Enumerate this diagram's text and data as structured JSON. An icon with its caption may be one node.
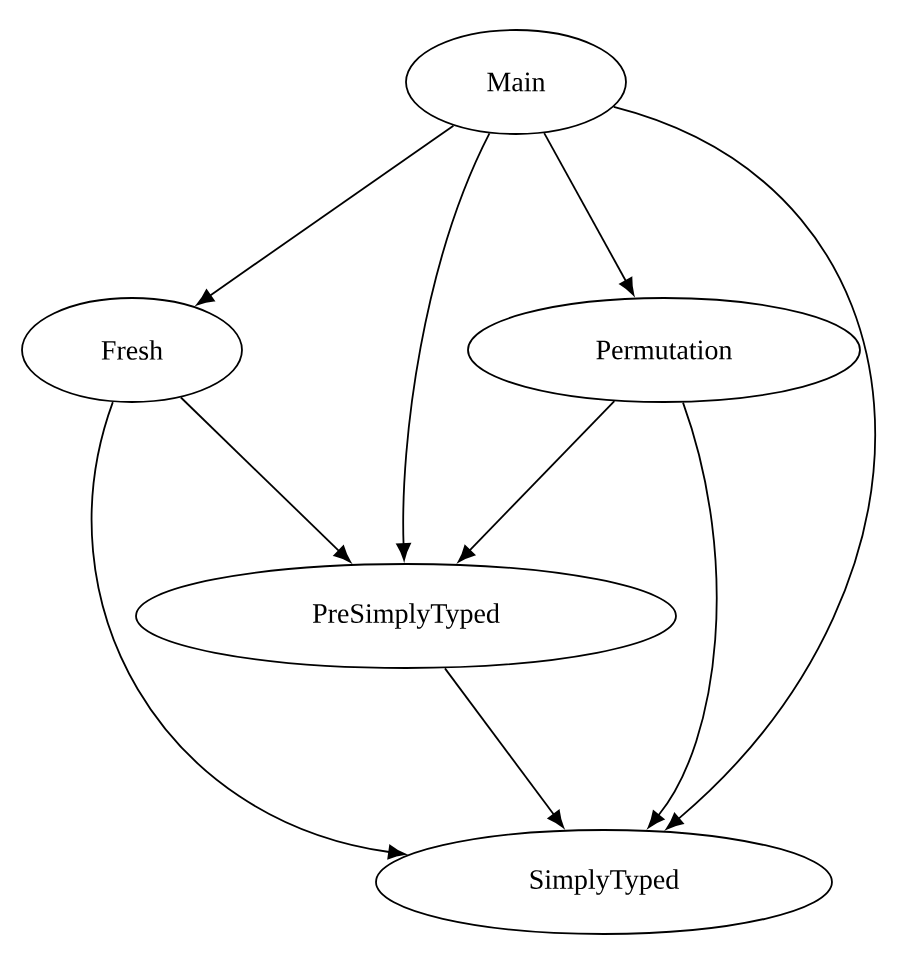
{
  "diagram": {
    "nodes": [
      {
        "text": [
          "Main"
        ]
      },
      {
        "text": [
          "Fresh"
        ]
      },
      {
        "text": [
          "Permutation"
        ]
      },
      {
        "text": [
          "PreSimplyTyped"
        ]
      },
      {
        "text": [
          "SimplyTyped"
        ]
      }
    ],
    "edges": [
      {
        "from": 0,
        "to": 1,
        "arrow": "to"
      },
      {
        "from": 0,
        "to": 3,
        "arrow": "to"
      },
      {
        "from": 0,
        "to": 2,
        "arrow": "to"
      },
      {
        "from": 0,
        "to": 4,
        "arrow": "to"
      },
      {
        "from": 1,
        "to": 3,
        "arrow": "to"
      },
      {
        "from": 1,
        "to": 4,
        "arrow": "to"
      },
      {
        "from": 2,
        "to": 3,
        "arrow": "to"
      },
      {
        "from": 2,
        "to": 4,
        "arrow": "to"
      },
      {
        "from": 3,
        "to": 4,
        "arrow": "to"
      }
    ]
  }
}
